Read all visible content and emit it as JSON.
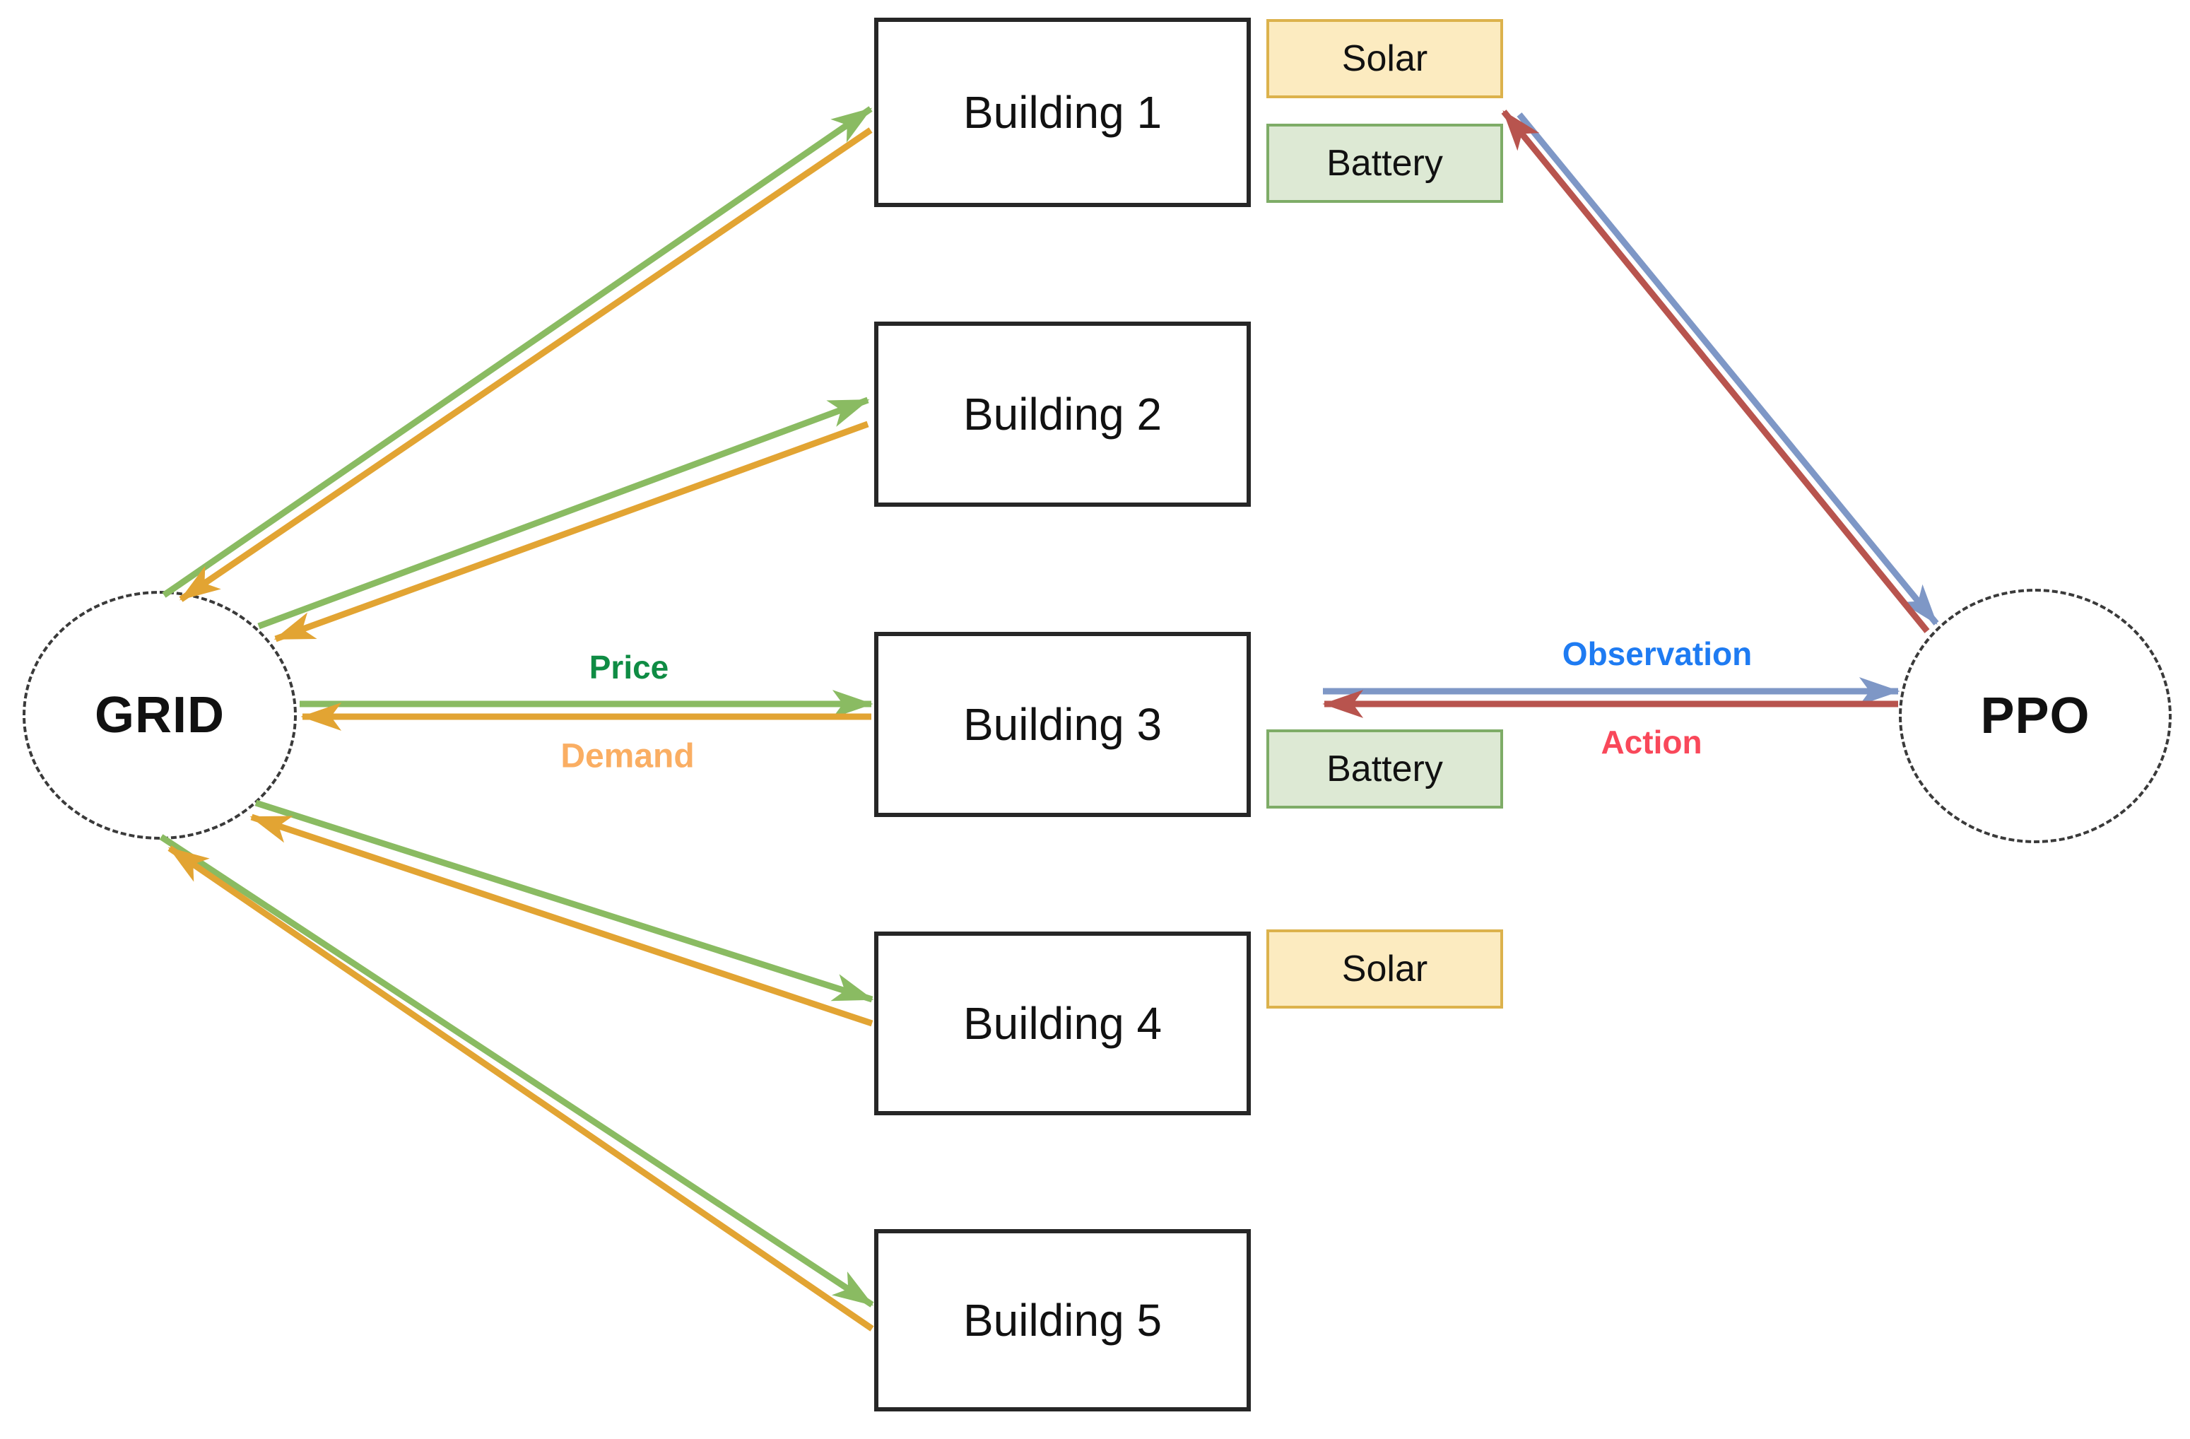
{
  "colors": {
    "ink": "#111111",
    "node-border": "#3a3a3a",
    "arrow-green": "#8ABB62",
    "arrow-orange": "#E2A433",
    "arrow-blue": "#7E97C6",
    "arrow-red": "#B8544E",
    "price-text": "#0F8C44",
    "demand-text": "#FAAE63",
    "observation-text": "#1E7BF2",
    "action-text": "#F9485A",
    "solar-fill": "#FCEBC0",
    "solar-border": "#DCB24C",
    "battery-fill": "#DDE9D4",
    "battery-border": "#7EAC67"
  },
  "nodes": {
    "grid": {
      "label": "GRID"
    },
    "ppo": {
      "label": "PPO"
    }
  },
  "buildings": [
    {
      "label": "Building 1"
    },
    {
      "label": "Building 2"
    },
    {
      "label": "Building 3"
    },
    {
      "label": "Building 4"
    },
    {
      "label": "Building 5"
    }
  ],
  "attachments": [
    {
      "label": "Solar"
    },
    {
      "label": "Battery"
    },
    {
      "label": "Battery"
    },
    {
      "label": "Solar"
    }
  ],
  "edge_labels": {
    "price": "Price",
    "demand": "Demand",
    "observation": "Observation",
    "action": "Action"
  }
}
